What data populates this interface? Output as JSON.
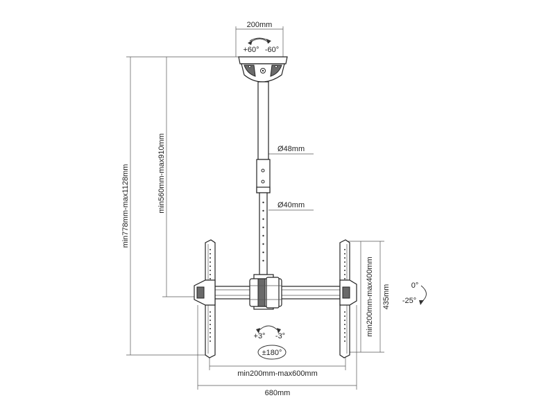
{
  "dims": {
    "top_plate_width": "200mm",
    "top_rotation_pos": "+60°",
    "top_rotation_neg": "-60°",
    "upper_tube_diameter": "Ø48mm",
    "lower_tube_diameter": "Ø40mm",
    "total_height": "min778mm-max1128mm",
    "pole_height": "min560mm-max910mm",
    "vertical_hole_pattern": "min200mm-max400mm",
    "arm_height": "435mm",
    "tilt_up": "0°",
    "tilt_down": "-25°",
    "swivel_pos": "+3°",
    "swivel_neg": "-3°",
    "rotation": "±180°",
    "horizontal_hole_pattern": "min200mm-max600mm",
    "total_width": "680mm"
  }
}
